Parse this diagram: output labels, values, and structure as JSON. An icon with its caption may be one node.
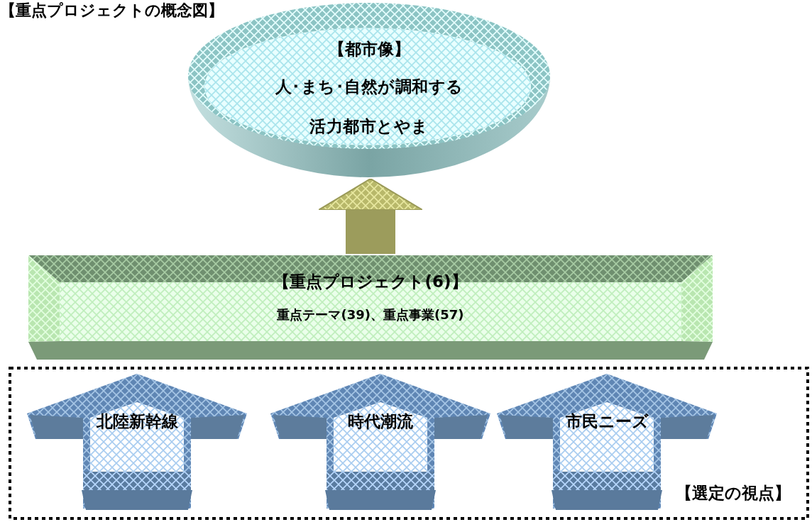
{
  "diagram": {
    "title": "【重点プロジェクトの概念図】",
    "nodes": [
      {
        "text": [
          "【都市像】",
          "人･まち･自然が調和する活力都市とやま"
        ]
      },
      {
        "text": [
          "【重点プロジェクト(6)】",
          "重点テーマ(39)、重点事業(57)"
        ]
      },
      {
        "text": [
          "【選定の視点】"
        ]
      },
      {
        "text": [
          "北陸新幹線"
        ],
        "in": 2
      },
      {
        "text": [
          "時代潮流"
        ],
        "in": 2
      },
      {
        "text": [
          "市民ニーズ"
        ],
        "in": 2
      }
    ],
    "edges": [
      {
        "from": 1,
        "to": 0,
        "arrow": "to"
      }
    ]
  }
}
